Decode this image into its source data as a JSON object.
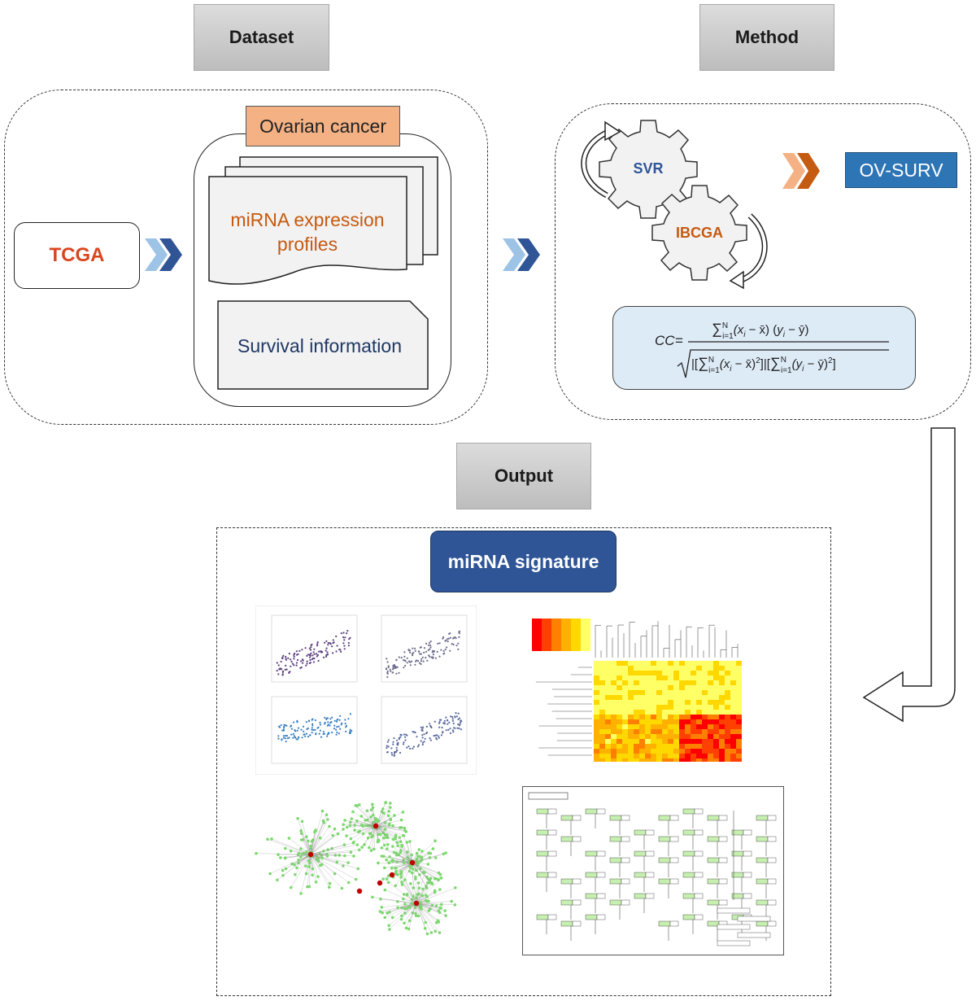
{
  "headers": {
    "dataset": "Dataset",
    "method": "Method",
    "output": "Output"
  },
  "dataset": {
    "source": "TCGA",
    "cancer": "Ovarian cancer",
    "profiles_line1": "miRNA expression",
    "profiles_line2": "profiles",
    "survival": "Survival information"
  },
  "method": {
    "gear1": "SVR",
    "gear2": "IBCGA",
    "result": "OV-SURV",
    "formula_lhs": "CC"
  },
  "output": {
    "signature": "miRNA signature"
  },
  "colors": {
    "orange_text": "#c55a11",
    "tcga_red": "#d9461e",
    "navy": "#1f3864",
    "chevron_light": "#9dc3e6",
    "chevron_dark": "#2f5597",
    "ovsurv_blue": "#2e75b6"
  }
}
